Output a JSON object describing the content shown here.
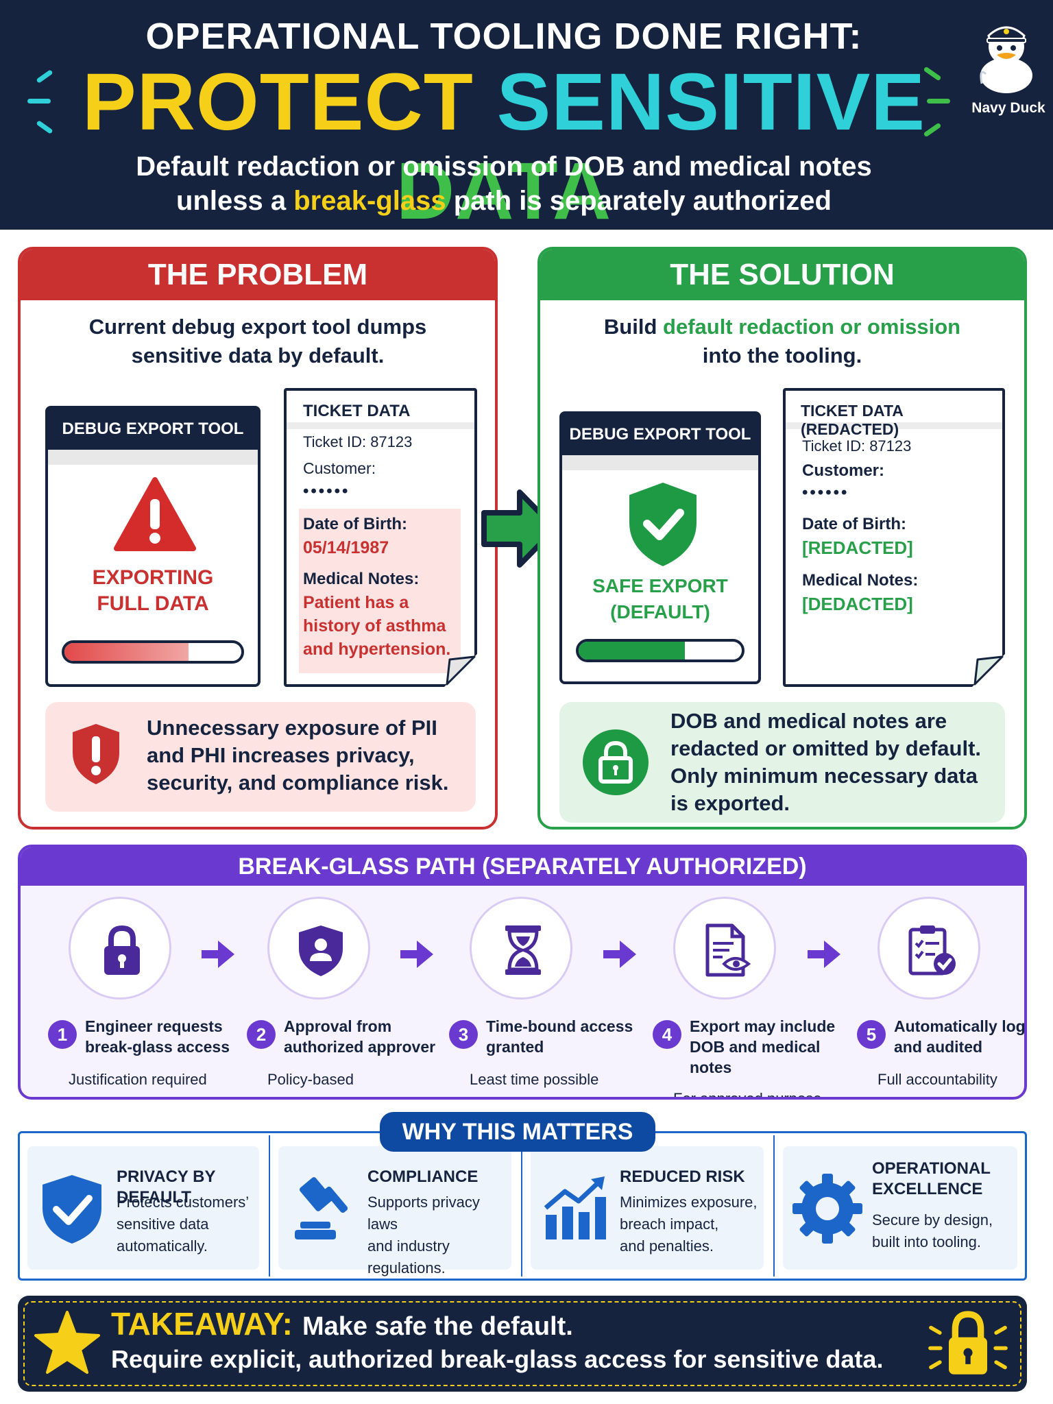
{
  "header": {
    "top_line": "OPERATIONAL TOOLING DONE RIGHT:",
    "title_word1": "PROTECT",
    "title_word2": "SENSITIVE",
    "title_word3": "DATA",
    "subtitle_line1": "Default redaction or omission of DOB and medical notes",
    "subtitle_line2_pre": "unless a ",
    "subtitle_line2_highlight": "break-glass",
    "subtitle_line2_post": " path is separately authorized",
    "logo_label": "Navy Duck",
    "colors": {
      "background": "#15233f",
      "yellow": "#f6cf19",
      "cyan": "#2fd0d8",
      "green": "#3fbf4a"
    }
  },
  "problem": {
    "heading": "THE PROBLEM",
    "lead_line1": "Current debug export tool dumps",
    "lead_line2": "sensitive data by default.",
    "tool_title": "DEBUG EXPORT TOOL",
    "tool_status_line1": "EXPORTING",
    "tool_status_line2": "FULL DATA",
    "tool_icon": "warning-icon",
    "progress": 0.7,
    "ticket_title": "TICKET DATA",
    "ticket_id": "Ticket ID: 87123",
    "customer_label": "Customer:",
    "customer_value": "••••••",
    "dob_label": "Date of Birth:",
    "dob_value": "05/14/1987",
    "notes_label": "Medical Notes:",
    "notes_line1": "Patient has a",
    "notes_line2": "history of asthma",
    "notes_line3": "and hypertension.",
    "risk_line1": "Unnecessary exposure of PII",
    "risk_line2": "and PHI increases privacy,",
    "risk_line3": "security, and compliance risk.",
    "accent_color": "#c93030"
  },
  "solution": {
    "heading": "THE SOLUTION",
    "lead_line1_pre": "Build ",
    "lead_line1_highlight": "default redaction or omission",
    "lead_line2": "into the tooling.",
    "tool_title": "DEBUG EXPORT TOOL",
    "tool_status_line1": "SAFE EXPORT",
    "tool_status_line2": "(DEFAULT)",
    "tool_icon": "shield-check-icon",
    "progress": 0.65,
    "ticket_title": "TICKET DATA (REDACTED)",
    "ticket_id": "Ticket ID: 87123",
    "customer_label": "Customer:",
    "customer_value": "••••••",
    "dob_label": "Date of Birth:",
    "dob_value": "[REDACTED]",
    "notes_label": "Medical Notes:",
    "notes_value": "[DEDACTED]",
    "benefit_line1": "DOB and medical notes are",
    "benefit_line2": "redacted or omitted by default.",
    "benefit_line3": "Only minimum necessary data",
    "benefit_line4": "is exported.",
    "accent_color": "#28a04a"
  },
  "break_glass": {
    "heading": "BREAK-GLASS PATH (SEPARATELY AUTHORIZED)",
    "accent_color": "#6a3ad0",
    "steps": [
      {
        "num": "1",
        "icon": "lock-icon",
        "title": "Engineer requests break-glass access",
        "sub": "Justification required"
      },
      {
        "num": "2",
        "icon": "shield-user-icon",
        "title": "Approval from authorized approver",
        "sub": "Policy-based"
      },
      {
        "num": "3",
        "icon": "hourglass-icon",
        "title": "Time-bound access granted",
        "sub": "Least time possible"
      },
      {
        "num": "4",
        "icon": "document-eye-icon",
        "title": "Export may include DOB and medical notes",
        "sub": "For approved purpose"
      },
      {
        "num": "5",
        "icon": "clipboard-check-icon",
        "title": "Automatically logged and audited",
        "sub": "Full accountability"
      }
    ]
  },
  "why": {
    "heading": "WHY THIS MATTERS",
    "cards": [
      {
        "icon": "shield-check-icon",
        "title": "PRIVACY BY DEFAULT",
        "text": [
          "Protects customers’",
          "sensitive data",
          "automatically."
        ]
      },
      {
        "icon": "gavel-icon",
        "title": "COMPLIANCE",
        "text": [
          "Supports privacy laws",
          "and industry",
          "regulations."
        ]
      },
      {
        "icon": "chart-up-icon",
        "title": "REDUCED RISK",
        "text": [
          "Minimizes exposure,",
          "breach impact,",
          "and penalties."
        ]
      },
      {
        "icon": "gear-icon",
        "title_line1": "OPERATIONAL",
        "title_line2": "EXCELLENCE",
        "text": [
          "Secure by design,",
          "built into tooling."
        ]
      }
    ]
  },
  "takeaway": {
    "label": "TAKEAWAY:",
    "line1": "Make safe the default.",
    "line2": "Require explicit, authorized break-glass access for sensitive data.",
    "icons": [
      "star-icon",
      "padlock-icon"
    ]
  }
}
